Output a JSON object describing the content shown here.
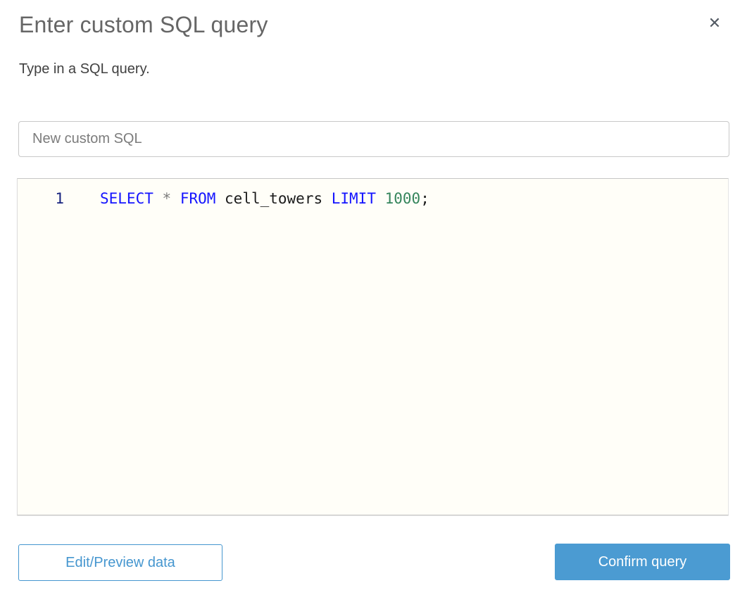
{
  "modal": {
    "title": "Enter custom SQL query",
    "subtitle": "Type in a SQL query.",
    "close_icon": "✕"
  },
  "name_field": {
    "value": "New custom SQL"
  },
  "editor": {
    "line_number": "1",
    "query_full": "SELECT * FROM cell_towers LIMIT 1000;",
    "code": {
      "select_kw": "SELECT ",
      "star_op": "* ",
      "from_kw": "FROM ",
      "table_id": "cell_towers ",
      "limit_kw": "LIMIT ",
      "number": "1000",
      "semicolon": ";"
    }
  },
  "buttons": {
    "edit_preview": "Edit/Preview data",
    "confirm": "Confirm query"
  },
  "colors": {
    "keyword": "#1414ff",
    "operator": "#7d7d7d",
    "identifier": "#1c1c1c",
    "number": "#35855c",
    "line_number": "#16227e",
    "accent_blue": "#4596cf",
    "primary_button_bg": "#4b9bd2",
    "editor_bg": "#fffef8",
    "title_text": "#666666"
  }
}
